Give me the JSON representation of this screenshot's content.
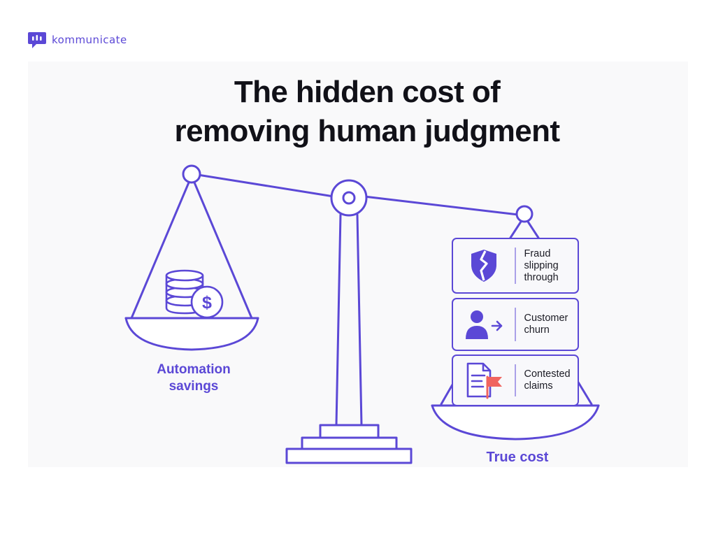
{
  "brand": {
    "name": "kommunicate"
  },
  "title": {
    "line1": "The hidden cost of",
    "line2": "removing human judgment"
  },
  "left_pan": {
    "label_line1": "Automation",
    "label_line2": "savings",
    "icon": "coin-stack-dollar-icon",
    "dollar_glyph": "$"
  },
  "right_pan": {
    "label": "True cost",
    "items": [
      {
        "icon": "broken-shield-icon",
        "line1": "Fraud",
        "line2": "slipping",
        "line3": "through"
      },
      {
        "icon": "user-arrow-icon",
        "line1": "Customer",
        "line2": "churn"
      },
      {
        "icon": "document-flag-icon",
        "line1": "Contested",
        "line2": "claims"
      }
    ]
  },
  "colors": {
    "accent": "#5b48d6",
    "title": "#111118",
    "flag": "#f0645f",
    "background_panel": "#f9f9fa"
  }
}
